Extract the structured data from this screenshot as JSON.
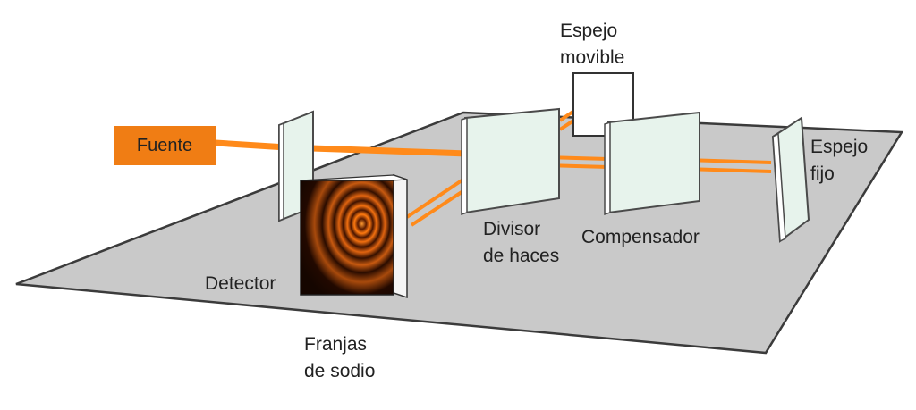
{
  "colors": {
    "table": "#c9c9c9",
    "table_edge": "#3b3b3b",
    "beam": "#ff8a1a",
    "source": "#f07d14",
    "glass": "#e7f3ec",
    "glass_edge": "#4a4a4a",
    "fringe_dark": "#1a0a00",
    "fringe_bright": "#ff7a10"
  },
  "labels": {
    "source": "Fuente",
    "movable_mirror": [
      "Espejo",
      "movible"
    ],
    "fixed_mirror": [
      "Espejo",
      "fijo"
    ],
    "beam_splitter": [
      "Divisor",
      "de haces"
    ],
    "compensator": "Compensador",
    "detector": "Detector",
    "fringes": [
      "Franjas",
      "de sodio"
    ]
  },
  "icons": {
    "fringe_pattern": "concentric-rings-icon"
  }
}
